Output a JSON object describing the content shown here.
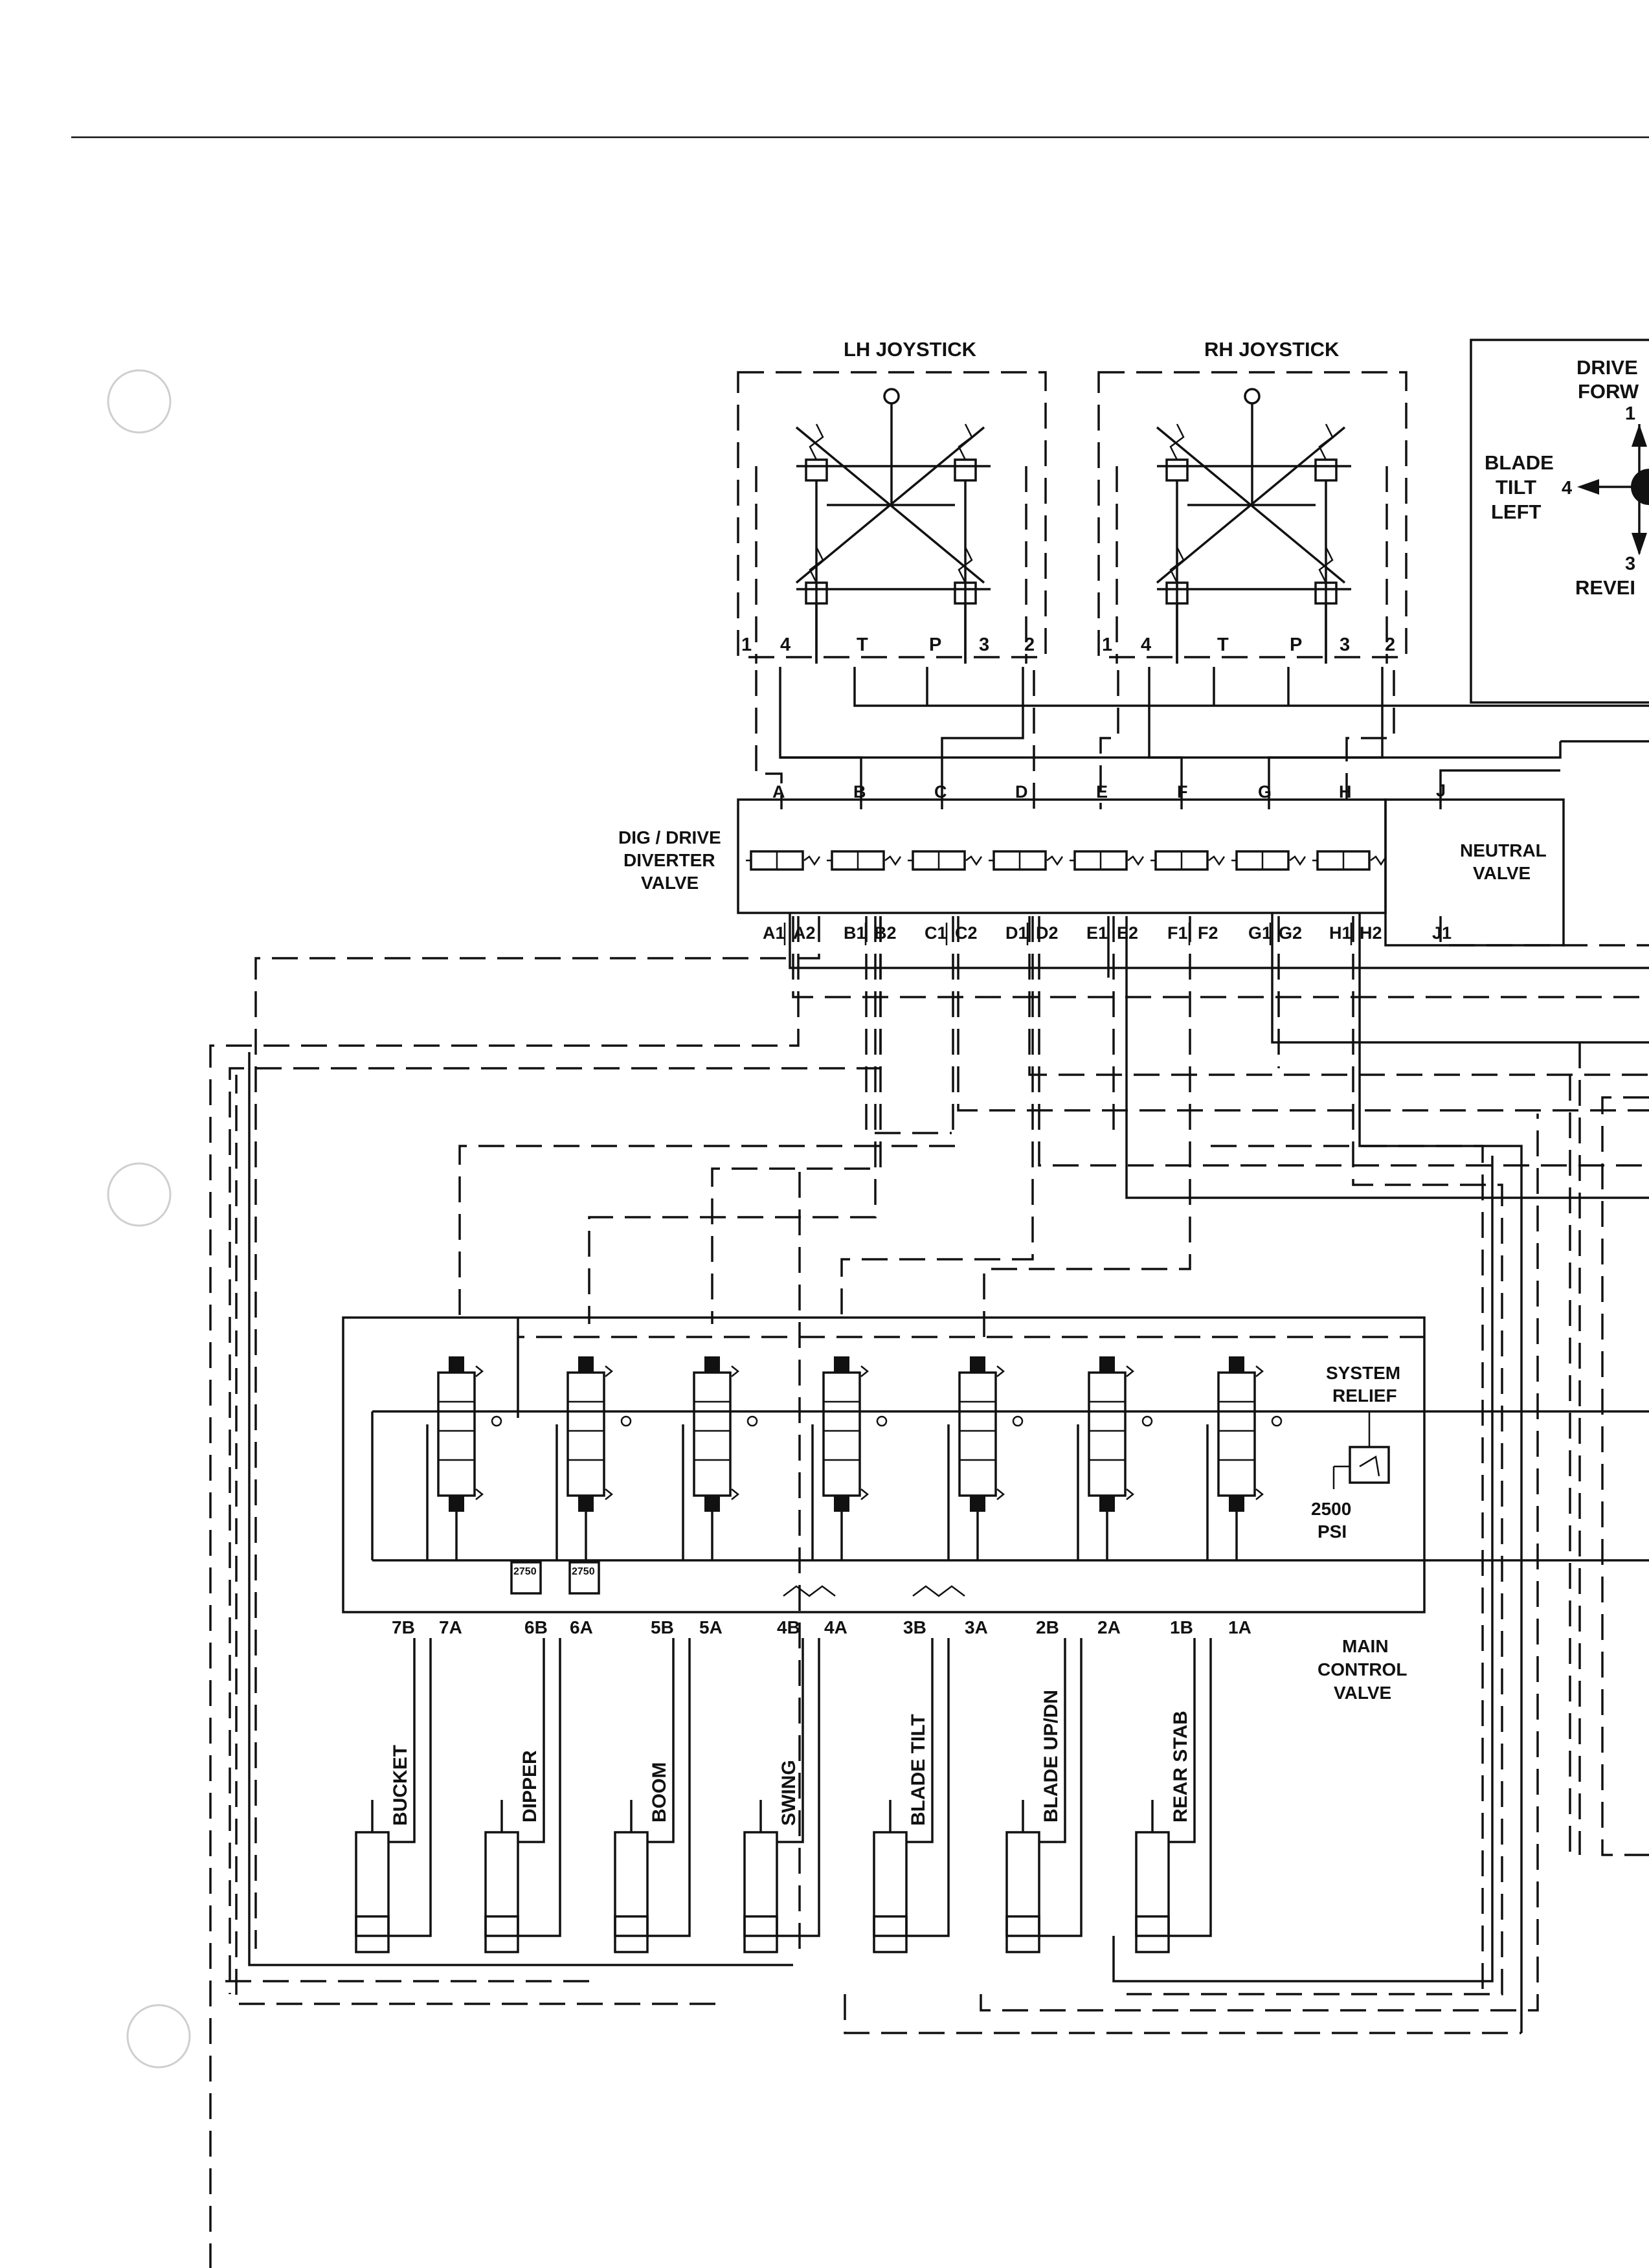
{
  "joysticks": [
    {
      "title": "LH  JOYSTICK",
      "ports": [
        "1",
        "4",
        "T",
        "P",
        "3",
        "2"
      ]
    },
    {
      "title": "RH  JOYSTICK",
      "ports": [
        "1",
        "4",
        "T",
        "P",
        "3",
        "2"
      ]
    }
  ],
  "legend": {
    "drive_top": "DRIVE",
    "drive_forward": "FORW",
    "num_1": "1",
    "blade_tilt_left": [
      "BLADE",
      "TILT",
      "LEFT"
    ],
    "num_4": "4",
    "num_3": "3",
    "reverse": "REVEI"
  },
  "diverter": {
    "label": [
      "DIG / DRIVE",
      "DIVERTER",
      "VALVE"
    ],
    "inlet_ports": [
      "A",
      "B",
      "C",
      "D",
      "E",
      "F",
      "G",
      "H"
    ],
    "outlet_ports": [
      "A1",
      "A2",
      "B1",
      "B2",
      "C1",
      "C2",
      "D1",
      "D2",
      "E1",
      "E2",
      "F1",
      "F2",
      "G1",
      "G2",
      "H1",
      "H2"
    ]
  },
  "neutral_valve": {
    "label": [
      "NEUTRAL",
      "VALVE"
    ],
    "inlet_port": "J",
    "outlet_port": "J1"
  },
  "main_valve": {
    "label": [
      "MAIN",
      "CONTROL",
      "VALVE"
    ],
    "system_relief": [
      "SYSTEM",
      "RELIEF"
    ],
    "relief_pressure": [
      "2500",
      "PSI"
    ],
    "port_relief_values": [
      "2750",
      "2750"
    ],
    "ports": [
      "7B",
      "7A",
      "6B",
      "6A",
      "5B",
      "5A",
      "4B",
      "4A",
      "3B",
      "3A",
      "2B",
      "2A",
      "1B",
      "1A"
    ]
  },
  "cylinders": [
    "BUCKET",
    "DIPPER",
    "BOOM",
    "SWING",
    "BLADE TILT",
    "BLADE UP/DN",
    "REAR STAB"
  ]
}
